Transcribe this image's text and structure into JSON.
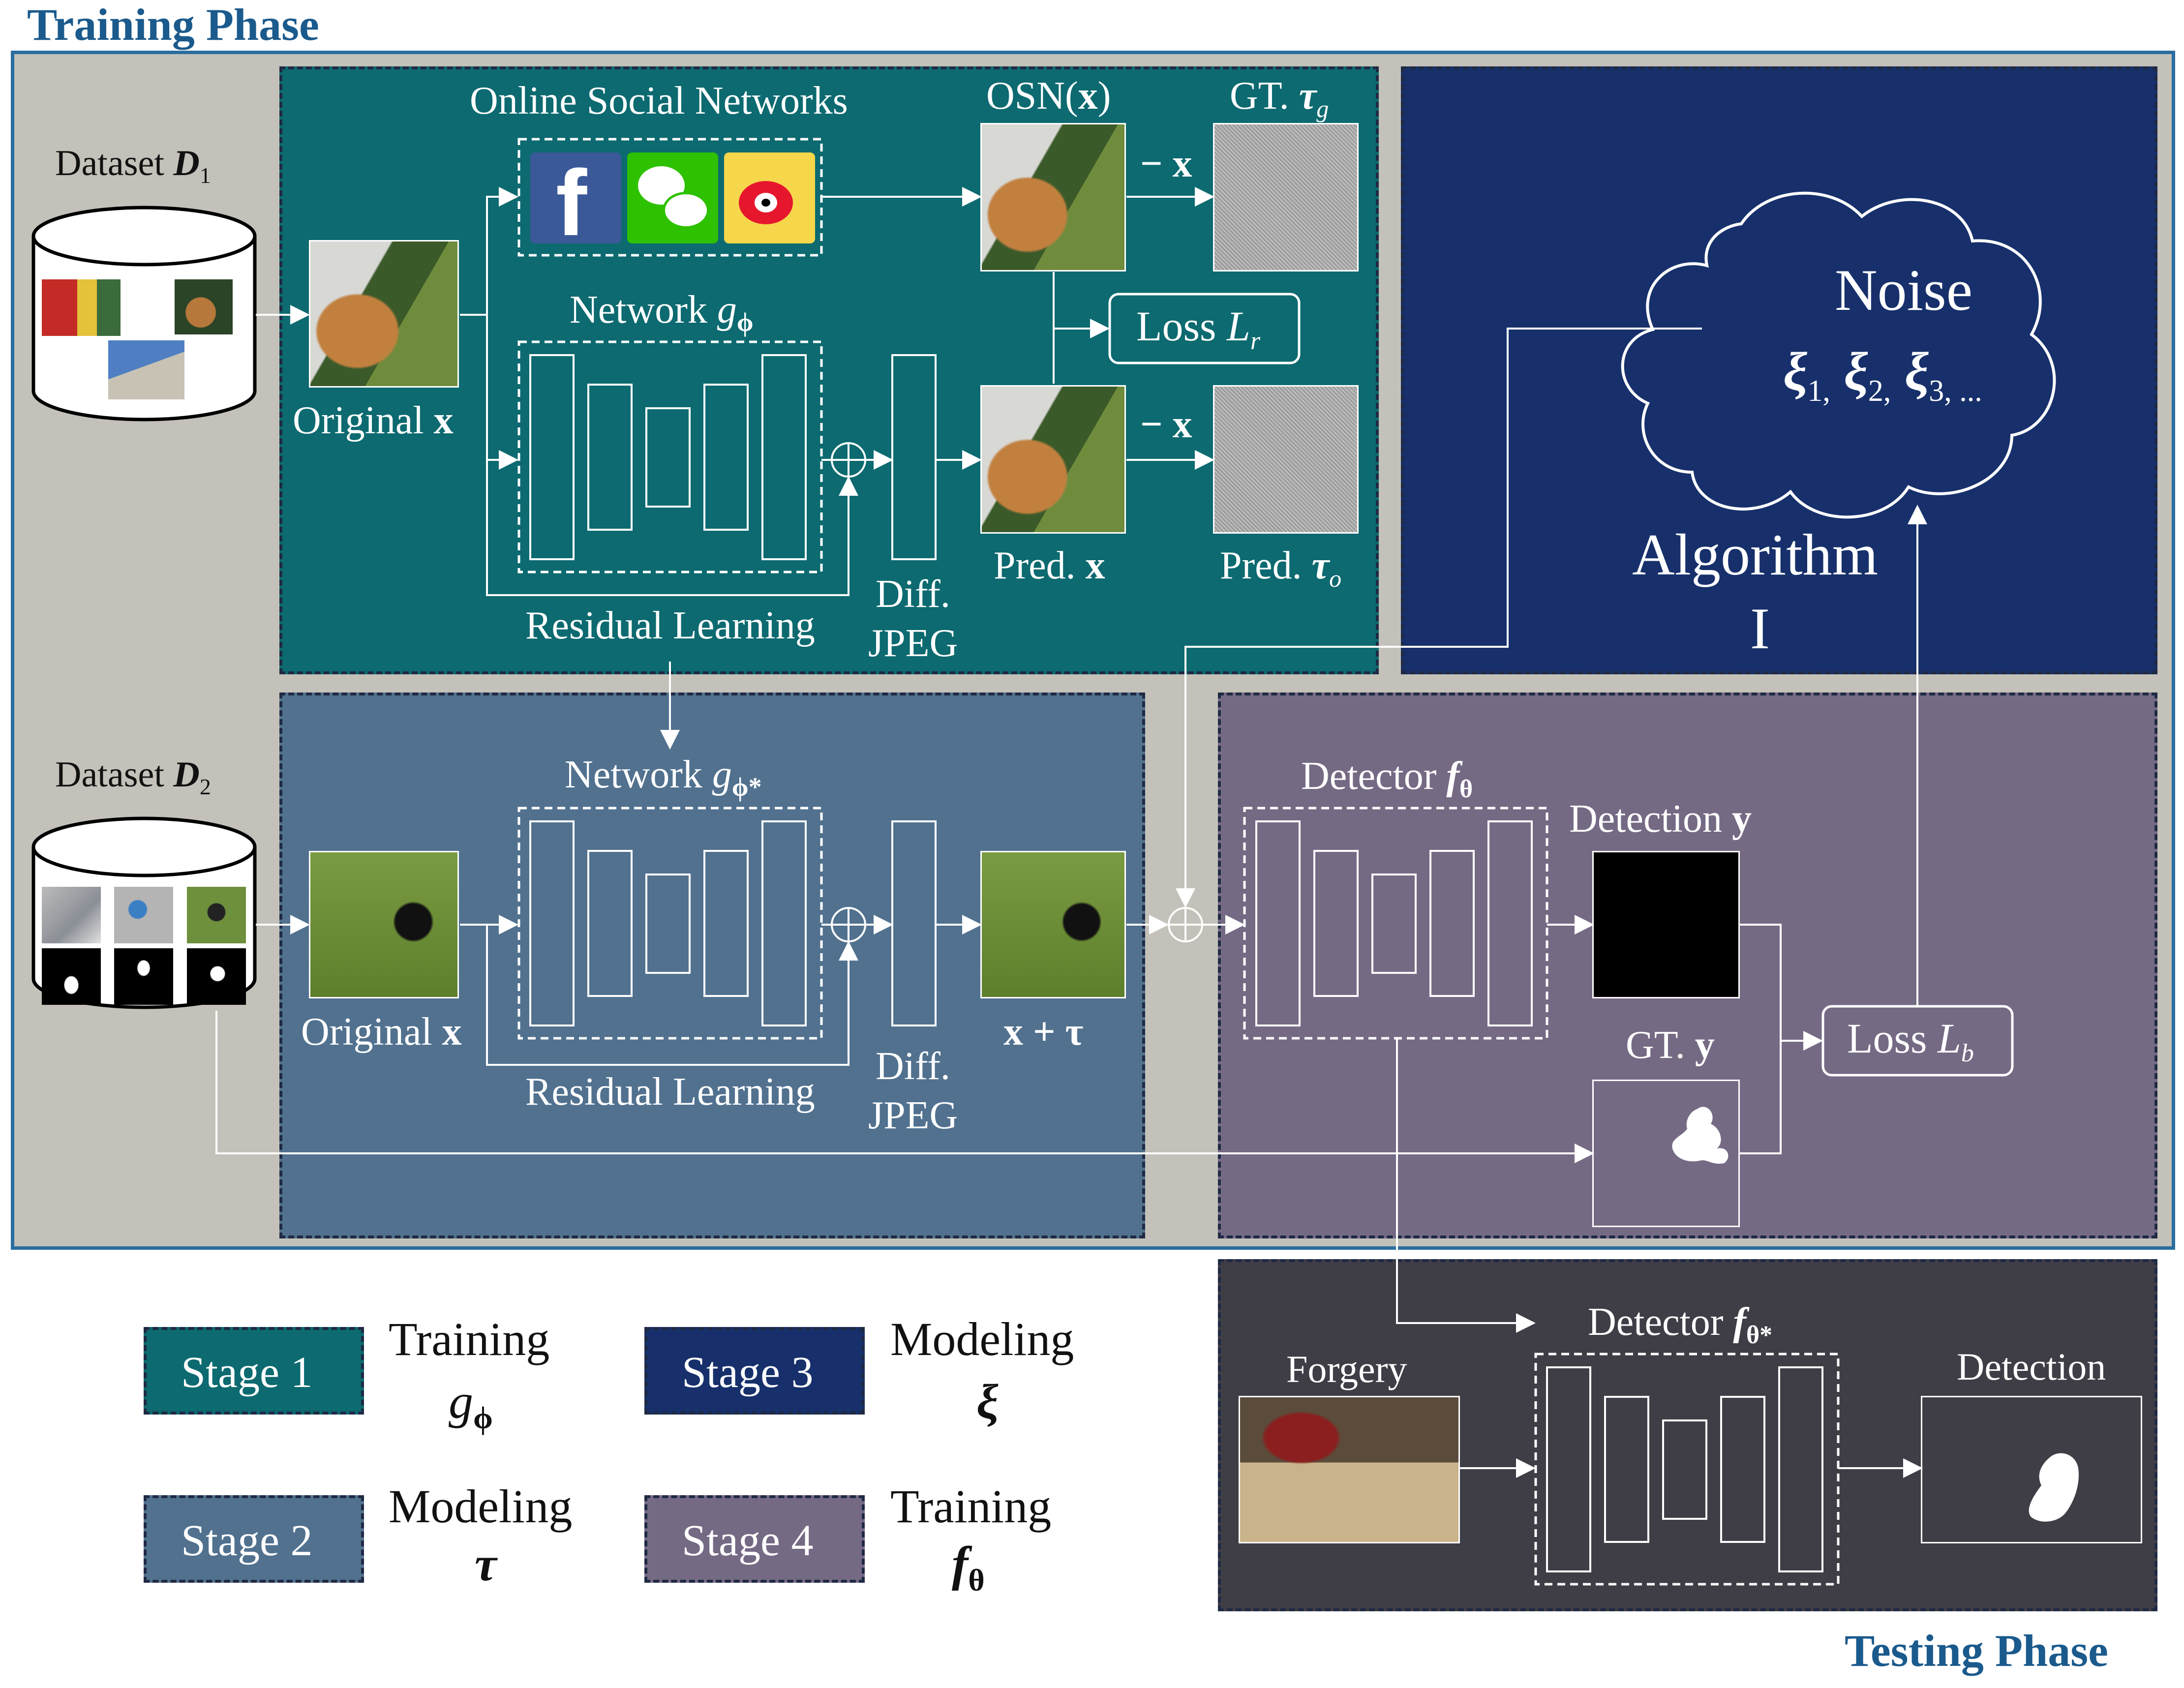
{
  "titles": {
    "training": "Training Phase",
    "testing": "Testing Phase"
  },
  "stage1": {
    "dataset": "Dataset ",
    "dataset_sym": "D",
    "dataset_sub": "1",
    "osn_label": "Online Social Networks",
    "osn_out": "OSN(",
    "osn_x": "x",
    "osn_close": ")",
    "gt_tau": "GT. ",
    "tau": "τ",
    "tau_g_sub": "g",
    "minus_x": "− x",
    "loss": "Loss ",
    "loss_sym": "L",
    "loss_sub": "r",
    "network": "Network ",
    "g": "g",
    "phi": "ϕ",
    "original": "Original ",
    "x": "x",
    "pred_x": "Pred. ",
    "pred_tau": "Pred. ",
    "tau_o_sub": "o",
    "residual": "Residual Learning",
    "diff": "Diff.",
    "jpeg": "JPEG",
    "icons": [
      "facebook-icon",
      "wechat-icon",
      "weibo-icon"
    ]
  },
  "stage3": {
    "noise": "Noise",
    "xi": "ξ",
    "xi_items": [
      "1,",
      "2,",
      "3, ..."
    ],
    "algorithm": "Algorithm",
    "algo_num": "I"
  },
  "stage2": {
    "dataset": "Dataset ",
    "dataset_sym": "D",
    "dataset_sub": "2",
    "network": "Network ",
    "phi_star": "ϕ*",
    "original": "Original ",
    "x_plus_tau": "x + τ",
    "residual": "Residual Learning",
    "diff": "Diff.",
    "jpeg": "JPEG"
  },
  "stage4": {
    "detector": "Detector ",
    "f": "f",
    "theta": "θ",
    "detection": "Detection ",
    "y": "y",
    "gt": "GT. ",
    "loss": "Loss ",
    "loss_sym": "L",
    "loss_sub": "b"
  },
  "testing": {
    "forgery": "Forgery",
    "detector": "Detector ",
    "theta_star": "θ*",
    "detection": "Detection"
  },
  "legend": [
    {
      "stage": "Stage 1",
      "line1": "Training",
      "sym": "g",
      "sub": "ϕ",
      "color": "#0c6a70"
    },
    {
      "stage": "Stage 3",
      "line1": "Modeling",
      "sym": "ξ",
      "sub": "",
      "color": "#17306b"
    },
    {
      "stage": "Stage 2",
      "line1": "Modeling",
      "sym": "τ",
      "sub": "",
      "color": "#51718f"
    },
    {
      "stage": "Stage 4",
      "line1": "Training",
      "sym": "f",
      "sub": "θ",
      "color": "#756a84"
    }
  ],
  "colors": {
    "stage1": "#0c6a70",
    "stage2": "#51718f",
    "stage3": "#17306b",
    "stage4": "#756a84",
    "testing": "#3f3e46",
    "panel": "#c3c1b9",
    "frame": "#2a6da0"
  }
}
